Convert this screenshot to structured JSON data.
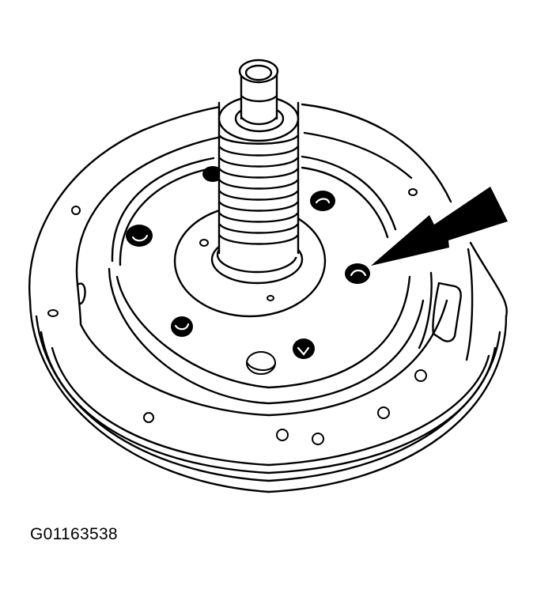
{
  "figure": {
    "caption_id": "G01163538",
    "subject": "pump-assembly-with-stator-shaft",
    "callout": {
      "type": "arrow",
      "points_to": "bolt-hole-right",
      "color": "#000000"
    },
    "components": {
      "stator_shaft": {
        "rings": 9
      },
      "bolts": 5,
      "small_holes": 12
    },
    "colors": {
      "line": "#000000",
      "background": "#ffffff"
    }
  }
}
